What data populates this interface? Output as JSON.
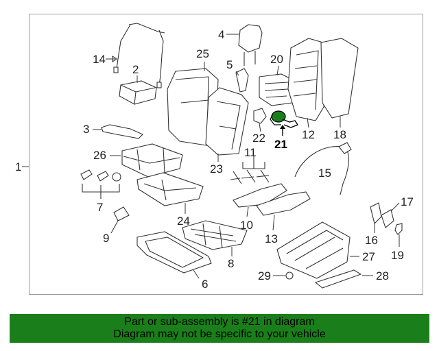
{
  "diagram": {
    "assembly_label": "1",
    "highlight_part": "21",
    "highlight_color": "#1a7f1a",
    "parts": [
      {
        "id": "p2",
        "label": "2"
      },
      {
        "id": "p3",
        "label": "3"
      },
      {
        "id": "p4",
        "label": "4"
      },
      {
        "id": "p5",
        "label": "5"
      },
      {
        "id": "p6",
        "label": "6"
      },
      {
        "id": "p7",
        "label": "7"
      },
      {
        "id": "p8",
        "label": "8"
      },
      {
        "id": "p9",
        "label": "9"
      },
      {
        "id": "p10",
        "label": "10"
      },
      {
        "id": "p11",
        "label": "11"
      },
      {
        "id": "p12",
        "label": "12"
      },
      {
        "id": "p13",
        "label": "13"
      },
      {
        "id": "p14",
        "label": "14"
      },
      {
        "id": "p15",
        "label": "15"
      },
      {
        "id": "p16",
        "label": "16"
      },
      {
        "id": "p17",
        "label": "17"
      },
      {
        "id": "p18",
        "label": "18"
      },
      {
        "id": "p19",
        "label": "19"
      },
      {
        "id": "p20",
        "label": "20"
      },
      {
        "id": "p21",
        "label": "21"
      },
      {
        "id": "p22",
        "label": "22"
      },
      {
        "id": "p23",
        "label": "23"
      },
      {
        "id": "p24",
        "label": "24"
      },
      {
        "id": "p25",
        "label": "25"
      },
      {
        "id": "p26",
        "label": "26"
      },
      {
        "id": "p27",
        "label": "27"
      },
      {
        "id": "p28",
        "label": "28"
      },
      {
        "id": "p29",
        "label": "29"
      }
    ]
  },
  "banner": {
    "line1": "Part or sub-assembly is #21 in diagram",
    "line2": "Diagram may not be specific to your vehicle",
    "background": "#1a7f1a"
  }
}
